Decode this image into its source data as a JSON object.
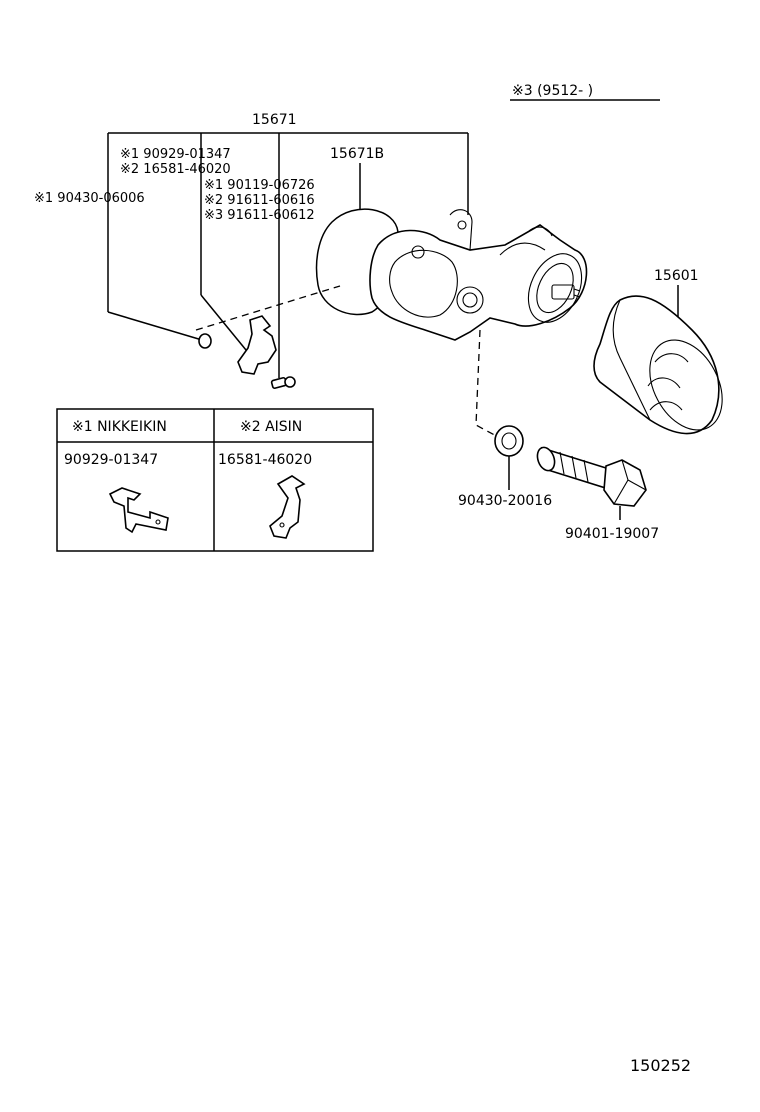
{
  "header_note": "※3 (9512-          )",
  "labels": {
    "main_part": "15671",
    "gasket": "15671B",
    "filter": "15601",
    "washer": "90430-20016",
    "union_bolt": "90401-19007",
    "bracket_nikkeikin": "※1 90929-01347",
    "bracket_aisin": "※2 16581-46020",
    "gasket_nikkeikin": "※1 90430-06006",
    "screw_1": "※1 90119-06726",
    "screw_2": "※2 91611-60616",
    "screw_3": "※3 91611-60612"
  },
  "table": {
    "col1_header": "※1 NIKKEIKIN",
    "col2_header": "※2  AISIN",
    "col1_part": "90929-01347",
    "col2_part": "16581-46020"
  },
  "figure_number": "150252"
}
